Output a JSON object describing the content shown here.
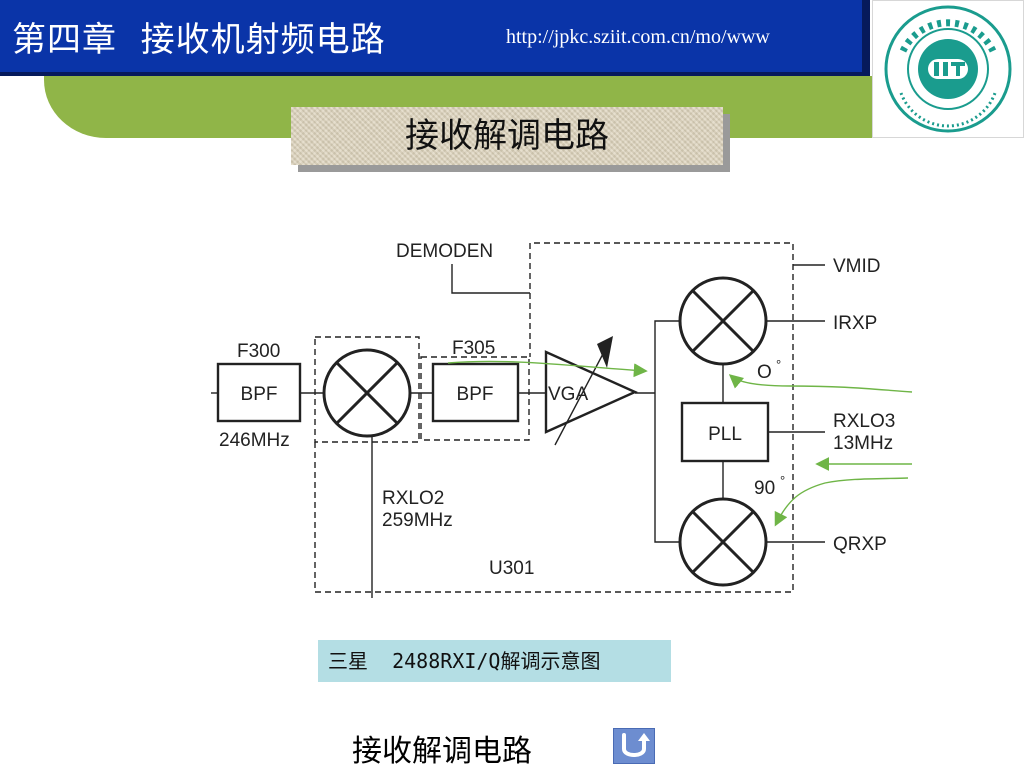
{
  "header": {
    "chapter_title": "第四章  接收机射频电路",
    "url": "http://jpkc.sziit.com.cn/mo/www"
  },
  "slide_title": "接收解调电路",
  "diagram": {
    "pin_demoden": "DEMODEN",
    "pin_vmid": "VMID",
    "pin_irxp": "IRXP",
    "pin_qrxp": "QRXP",
    "f300_label": "F300",
    "f300_freq": "246MHz",
    "f305_label": "F305",
    "bpf_label": "BPF",
    "vga_label": "VGA",
    "pll_label": "PLL",
    "phase_0": "O",
    "phase_90": "90",
    "degree_mark": "°",
    "rxlo2_label": "RXLO2",
    "rxlo2_freq": "259MHz",
    "rxlo3_label": "RXLO3",
    "rxlo3_freq": "13MHz",
    "ic_label": "U301"
  },
  "caption": "三星  2488RXI/Q解调示意图",
  "bottom_title": "接收解调电路",
  "colors": {
    "header_blue": "#0a34a8",
    "swoosh_green": "#90b548",
    "arrow_green": "#6fb547",
    "caption_bg": "#b4dee4",
    "logo_teal": "#1a9c8e"
  },
  "icons": {
    "logo": "sziit-logo",
    "return": "u-turn-return-icon"
  }
}
